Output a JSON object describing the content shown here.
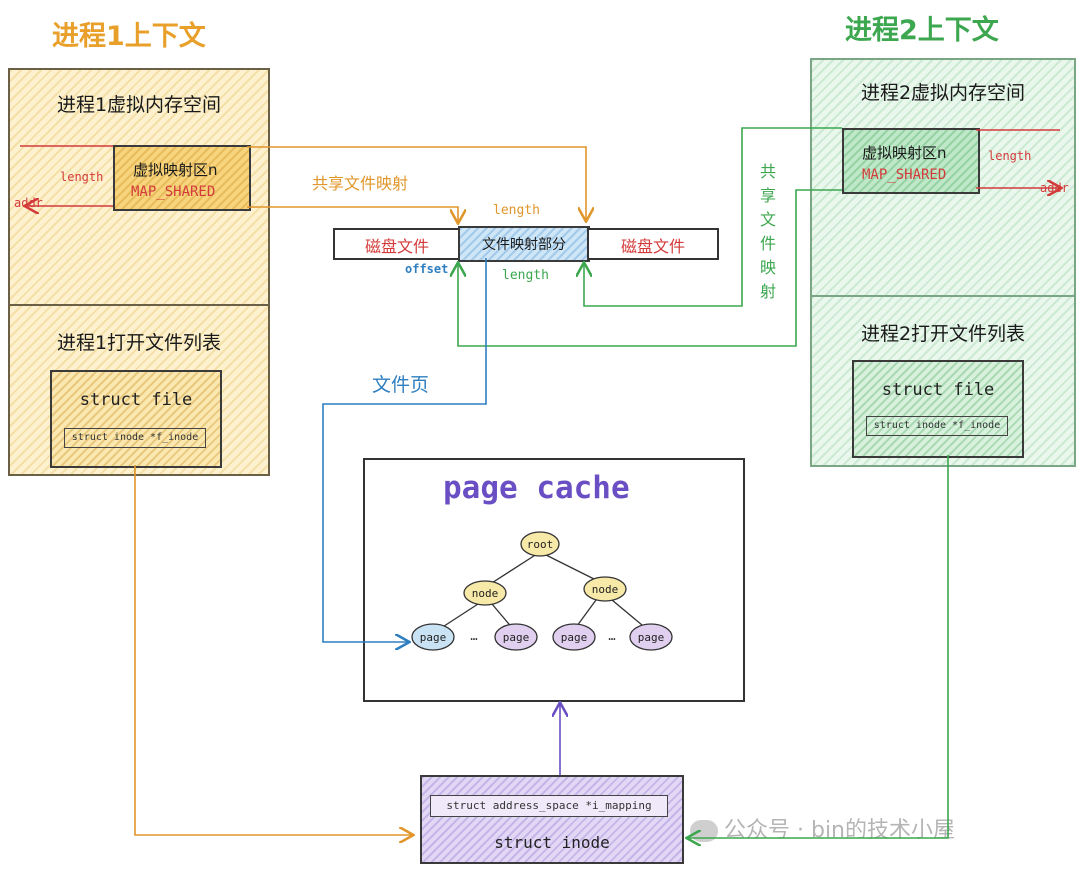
{
  "proc1": {
    "context_title": "进程1上下文",
    "vm_title": "进程1虚拟内存空间",
    "vma_name": "虚拟映射区n",
    "vma_flag": "MAP_SHARED",
    "length_label": "length",
    "addr_label": "addr",
    "open_files_title": "进程1打开文件列表",
    "struct_file": "struct file",
    "f_inode": "struct inode *f_inode"
  },
  "proc2": {
    "context_title": "进程2上下文",
    "vm_title": "进程2虚拟内存空间",
    "vma_name": "虚拟映射区n",
    "vma_flag": "MAP_SHARED",
    "length_label": "length",
    "addr_label": "addr",
    "open_files_title": "进程2打开文件列表",
    "struct_file": "struct file",
    "f_inode": "struct inode *f_inode"
  },
  "file_bar": {
    "left_segment": "磁盘文件",
    "mapped_segment": "文件映射部分",
    "right_segment": "磁盘文件",
    "offset_label": "offset",
    "top_length_label": "length",
    "bottom_length_label": "length"
  },
  "labels": {
    "shared_mapping_left": "共享文件映射",
    "shared_mapping_right": "共享文件映射",
    "file_page": "文件页"
  },
  "page_cache": {
    "title": "page cache",
    "root": "root",
    "node_left": "node",
    "node_right": "node",
    "leaves": [
      "page",
      "page",
      "page",
      "page"
    ],
    "ellipsis": "…"
  },
  "inode": {
    "mapping": "struct address_space *i_mapping",
    "name": "struct inode"
  },
  "watermark": {
    "text": "公众号 · bin的技术小屋"
  },
  "colors": {
    "orange": "#e8a02a",
    "green": "#3ca74f",
    "blue": "#2f7fc0",
    "red": "#d33b3b",
    "purple": "#6a4fc4"
  }
}
